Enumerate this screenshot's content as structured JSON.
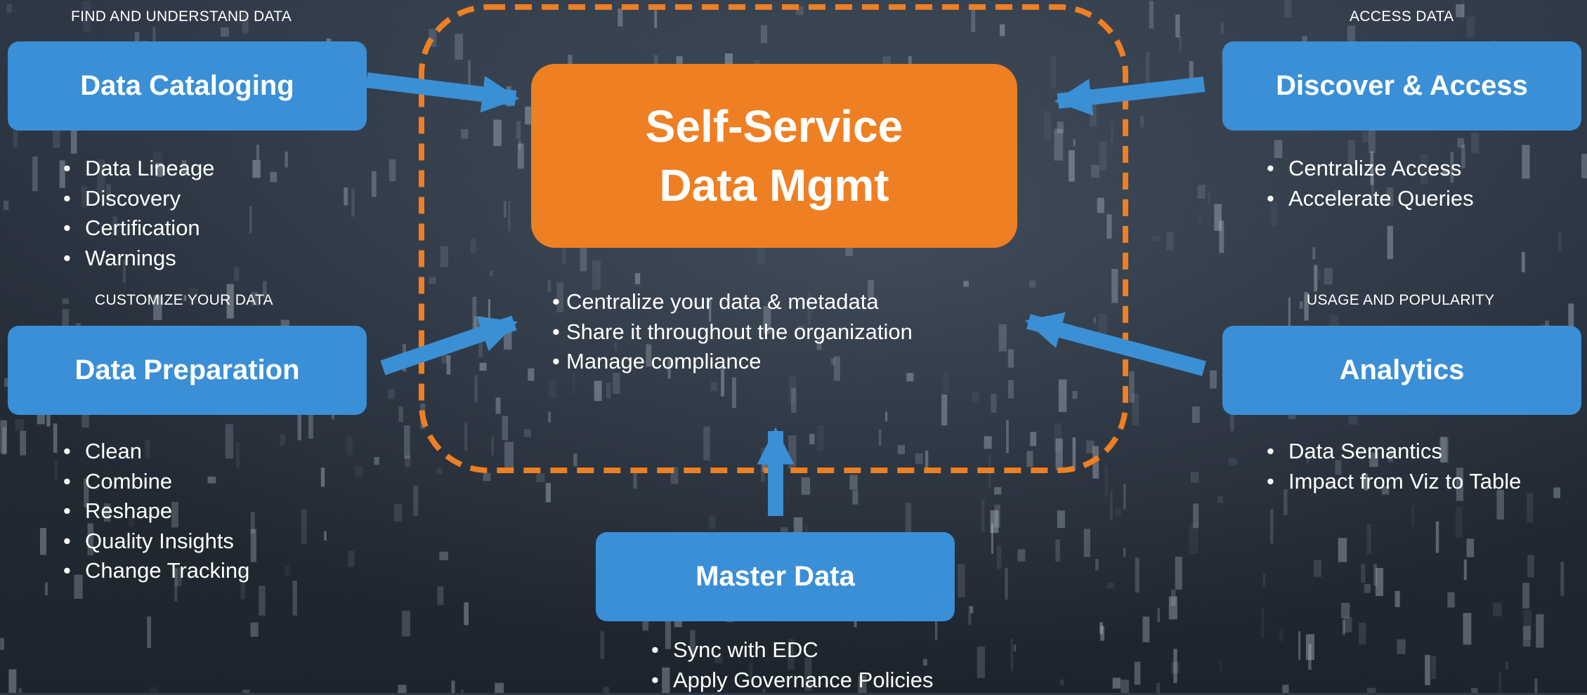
{
  "center": {
    "title_line1": "Self-Service",
    "title_line2": "Data Mgmt",
    "bullets": [
      "Centralize your data & metadata",
      "Share it throughout the organization",
      "Manage compliance"
    ]
  },
  "data_cataloging": {
    "caption": "FIND AND UNDERSTAND DATA",
    "title": "Data Cataloging",
    "bullets": [
      "Data Lineage",
      "Discovery",
      "Certification",
      "Warnings"
    ]
  },
  "data_preparation": {
    "caption": "CUSTOMIZE YOUR DATA",
    "title": "Data Preparation",
    "bullets": [
      "Clean",
      "Combine",
      "Reshape",
      "Quality Insights",
      "Change Tracking"
    ]
  },
  "discover_access": {
    "caption": "ACCESS DATA",
    "title": "Discover & Access",
    "bullets": [
      "Centralize Access",
      "Accelerate Queries"
    ]
  },
  "analytics": {
    "caption": "USAGE AND POPULARITY",
    "title": "Analytics",
    "bullets": [
      "Data Semantics",
      "Impact from Viz to Table"
    ]
  },
  "master_data": {
    "title": "Master Data",
    "bullets": [
      "Sync with EDC",
      "Apply Governance Policies"
    ]
  },
  "colors": {
    "box_blue": "#3a8fd6",
    "arrow_blue": "#3b8fd5",
    "center_orange": "#ee7f23",
    "dash_orange": "#ee7f23",
    "background": "#262f3a"
  }
}
